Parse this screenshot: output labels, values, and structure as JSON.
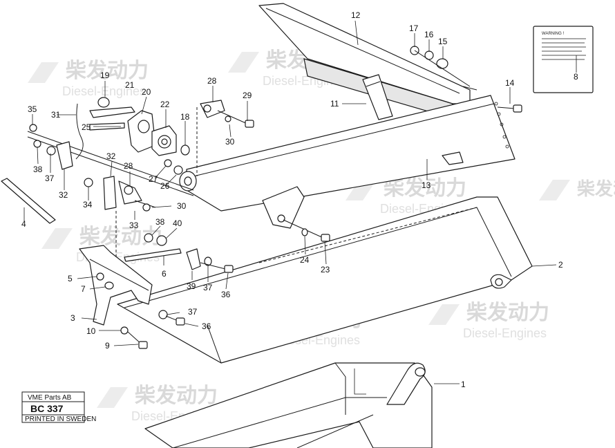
{
  "watermark": {
    "brand_cn": "柴发动力",
    "brand_en": "Diesel-Engines"
  },
  "warning_label": {
    "title": "WARNING !"
  },
  "title_block": {
    "company": "VME Parts AB",
    "code": "BC 337",
    "printed": "PRINTED IN SWEDEN"
  },
  "callouts": [
    {
      "id": "c1",
      "label": "1"
    },
    {
      "id": "c2",
      "label": "2"
    },
    {
      "id": "c3",
      "label": "3"
    },
    {
      "id": "c4",
      "label": "4"
    },
    {
      "id": "c5",
      "label": "5"
    },
    {
      "id": "c6",
      "label": "6"
    },
    {
      "id": "c7",
      "label": "7"
    },
    {
      "id": "c8",
      "label": "8"
    },
    {
      "id": "c9",
      "label": "9"
    },
    {
      "id": "c10",
      "label": "10"
    },
    {
      "id": "c11",
      "label": "11"
    },
    {
      "id": "c12",
      "label": "12"
    },
    {
      "id": "c13",
      "label": "13"
    },
    {
      "id": "c14",
      "label": "14"
    },
    {
      "id": "c15",
      "label": "15"
    },
    {
      "id": "c16",
      "label": "16"
    },
    {
      "id": "c17",
      "label": "17"
    },
    {
      "id": "c18",
      "label": "18"
    },
    {
      "id": "c19",
      "label": "19"
    },
    {
      "id": "c20",
      "label": "20"
    },
    {
      "id": "c21",
      "label": "21"
    },
    {
      "id": "c22",
      "label": "22"
    },
    {
      "id": "c23",
      "label": "23"
    },
    {
      "id": "c24",
      "label": "24"
    },
    {
      "id": "c25",
      "label": "25"
    },
    {
      "id": "c26",
      "label": "26"
    },
    {
      "id": "c27",
      "label": "27"
    },
    {
      "id": "c28a",
      "label": "28"
    },
    {
      "id": "c28b",
      "label": "28"
    },
    {
      "id": "c29",
      "label": "29"
    },
    {
      "id": "c30a",
      "label": "30"
    },
    {
      "id": "c30b",
      "label": "30"
    },
    {
      "id": "c31",
      "label": "31"
    },
    {
      "id": "c32a",
      "label": "32"
    },
    {
      "id": "c32b",
      "label": "32"
    },
    {
      "id": "c33",
      "label": "33"
    },
    {
      "id": "c34",
      "label": "34"
    },
    {
      "id": "c35",
      "label": "35"
    },
    {
      "id": "c36a",
      "label": "36"
    },
    {
      "id": "c36b",
      "label": "36"
    },
    {
      "id": "c37a",
      "label": "37"
    },
    {
      "id": "c37b",
      "label": "37"
    },
    {
      "id": "c37c",
      "label": "37"
    },
    {
      "id": "c38a",
      "label": "38"
    },
    {
      "id": "c38b",
      "label": "38"
    },
    {
      "id": "c39",
      "label": "39"
    },
    {
      "id": "c40",
      "label": "40"
    }
  ]
}
